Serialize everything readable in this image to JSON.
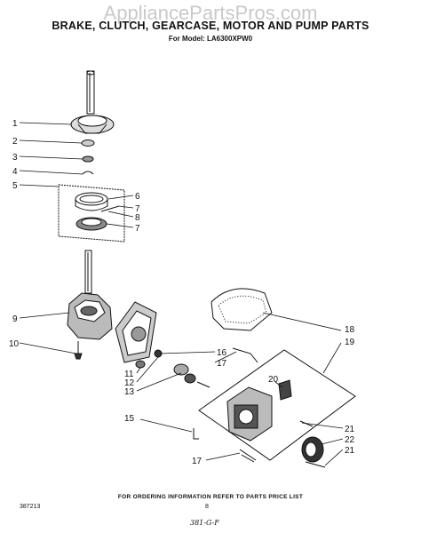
{
  "watermark": "AppliancePartsPros.com",
  "title": "BRAKE, CLUTCH, GEARCASE, MOTOR AND PUMP PARTS",
  "model_line": "For Model: LA6300XPW0",
  "footer_note": "FOR ORDERING INFORMATION REFER TO PARTS PRICE LIST",
  "part_number": "387213",
  "page_number": "8",
  "signature": "381-G-F",
  "callouts": [
    "1",
    "2",
    "3",
    "4",
    "5",
    "6",
    "7",
    "8",
    "7",
    "9",
    "10",
    "11",
    "12",
    "13",
    "15",
    "16",
    "17",
    "18",
    "19",
    "20",
    "21",
    "22",
    "21",
    "17"
  ]
}
